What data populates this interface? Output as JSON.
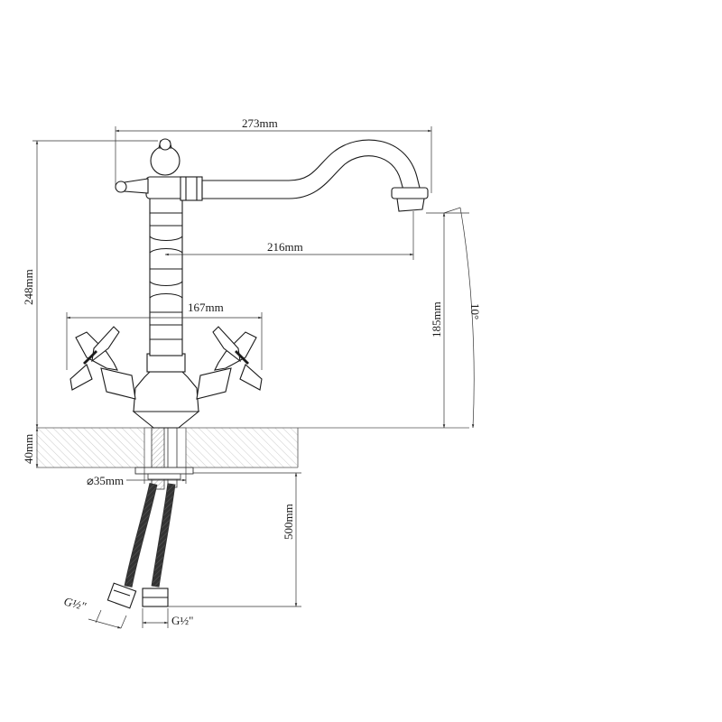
{
  "dimensions": {
    "spout_reach": "273mm",
    "spout_to_center": "216mm",
    "handle_span": "167mm",
    "total_height": "248mm",
    "outlet_height": "185mm",
    "swivel_angle": "10°",
    "counter_thickness": "40mm",
    "hole_diameter": "⌀35mm",
    "hose_length": "500mm",
    "thread_left": "G½\"",
    "thread_right": "G½\""
  }
}
